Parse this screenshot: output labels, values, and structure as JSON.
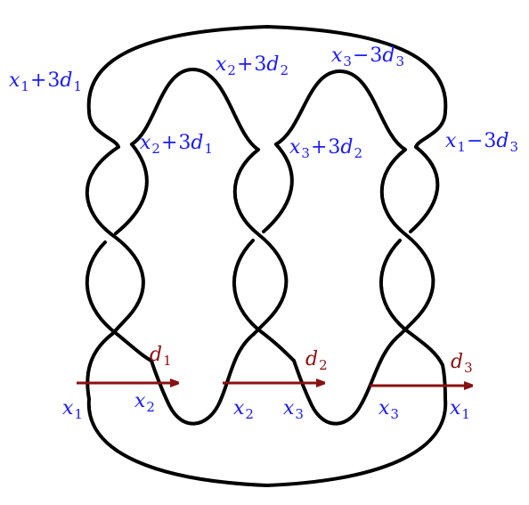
{
  "colors": {
    "knot": "#000000",
    "labels": "#1a1aff",
    "arrows": "#8b1010"
  },
  "labels": {
    "top_left": {
      "var": "x",
      "sub": "1",
      "op": "+",
      "coef": "3",
      "dvar": "d",
      "dsub": "1"
    },
    "x2_3d1": {
      "var": "x",
      "sub": "2",
      "op": "+",
      "coef": "3",
      "dvar": "d",
      "dsub": "1"
    },
    "x2_3d2": {
      "var": "x",
      "sub": "2",
      "op": "+",
      "coef": "3",
      "dvar": "d",
      "dsub": "2"
    },
    "x3_3d2": {
      "var": "x",
      "sub": "3",
      "op": "+",
      "coef": "3",
      "dvar": "d",
      "dsub": "2"
    },
    "x3_m3d3": {
      "var": "x",
      "sub": "3",
      "op": "−",
      "coef": "3",
      "dvar": "d",
      "dsub": "3"
    },
    "x1_m3d3": {
      "var": "x",
      "sub": "1",
      "op": "−",
      "coef": "3",
      "dvar": "d",
      "dsub": "3"
    },
    "bottom": [
      {
        "var": "x",
        "sub": "1"
      },
      {
        "var": "x",
        "sub": "2"
      },
      {
        "var": "x",
        "sub": "2"
      },
      {
        "var": "x",
        "sub": "3"
      },
      {
        "var": "x",
        "sub": "3"
      },
      {
        "var": "x",
        "sub": "1"
      }
    ],
    "arrows": [
      {
        "var": "d",
        "sub": "1"
      },
      {
        "var": "d",
        "sub": "2"
      },
      {
        "var": "d",
        "sub": "3"
      }
    ]
  }
}
